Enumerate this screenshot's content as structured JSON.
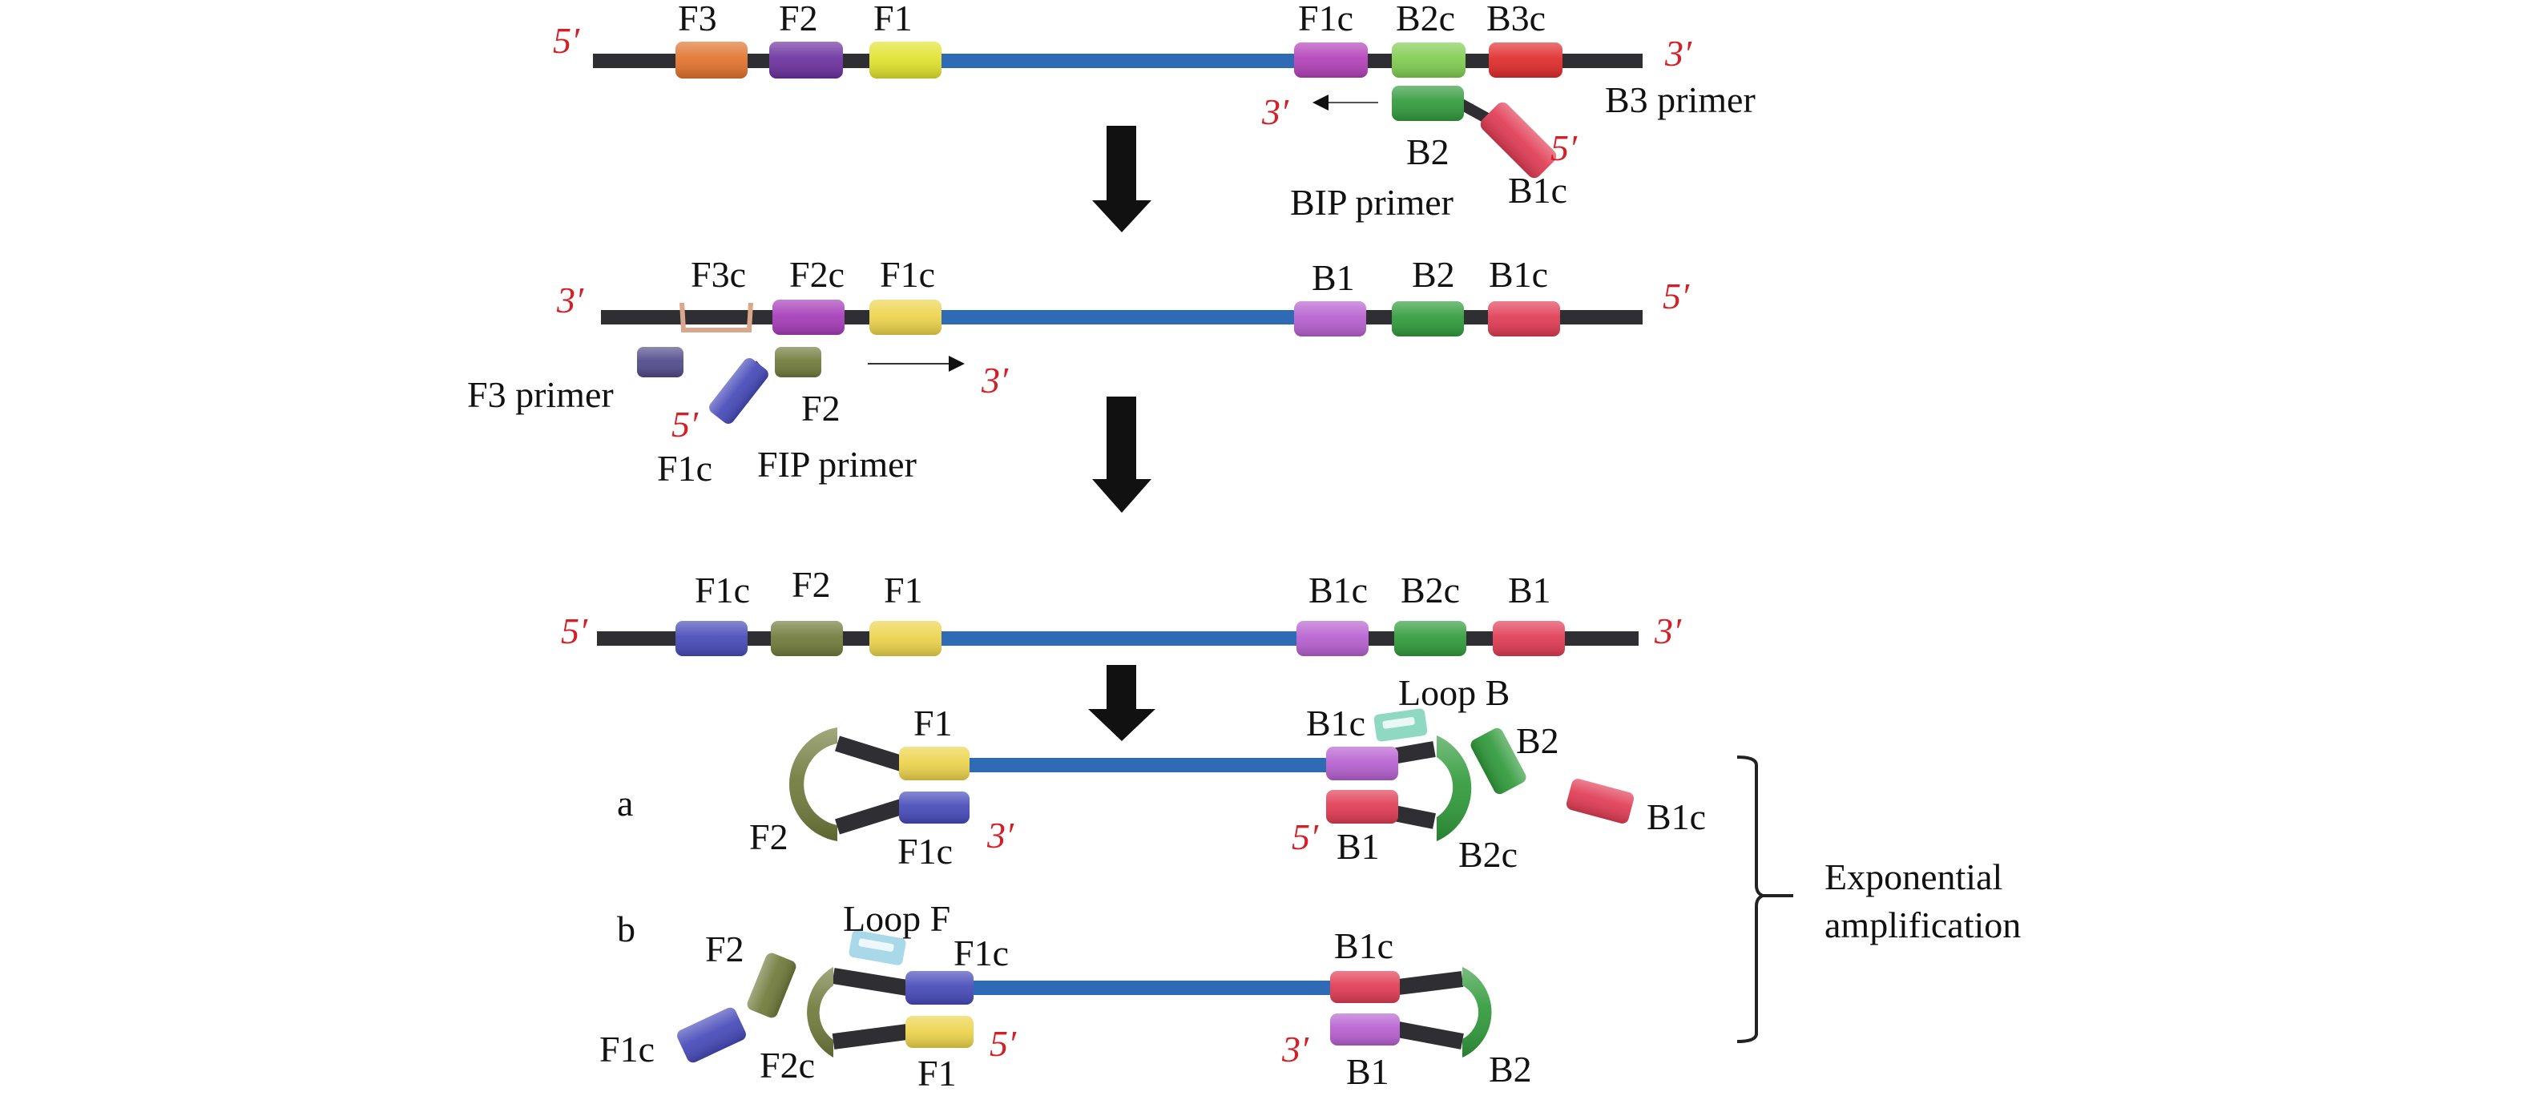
{
  "figure": {
    "title": "LAMP primer binding and loop-mediated exponential amplification",
    "colors": {
      "strand": "#2f2f33",
      "target_region": "#2f6bb5",
      "end_label": "#d41f26",
      "F3": "#e0722c",
      "F2_purple": "#6b2f9e",
      "F1_yellow": "#e0e22c",
      "F1c_magenta": "#b23fb8",
      "B2c_lightgreen": "#7fcc4f",
      "B3c_red": "#e02a2a",
      "B2_green": "#2f9a3a",
      "B1c_pink": "#e03a52",
      "F3c_outline": "#d9a88c",
      "F2c_magenta": "#a53bb8",
      "F1c_yellow": "#ecd34a",
      "B1_violet": "#b65fcf",
      "F3_primer": "#4f4a8a",
      "F1c_blue": "#4549b8",
      "F2_olive": "#6f7a3a",
      "loop_B": "#8fd9c2",
      "loop_F": "#a9d8e8",
      "arrow": "#111111"
    },
    "step1": {
      "end_left": "5′",
      "end_right": "3′",
      "blocks": [
        "F3",
        "F2",
        "F1",
        "F1c",
        "B2c",
        "B3c"
      ],
      "bip": {
        "part_b2": "B2",
        "part_b1c": "B1c",
        "end_3": "3′",
        "end_5": "5′",
        "name": "BIP primer"
      },
      "b3_primer": "B3 primer"
    },
    "step2": {
      "end_left": "3′",
      "end_right": "5′",
      "blocks": [
        "F3c",
        "F2c",
        "F1c",
        "B1",
        "B2",
        "B1c"
      ],
      "f3_primer": "F3 primer",
      "fip": {
        "part_f2": "F2",
        "part_f1c": "F1c",
        "end_5": "5′",
        "end_3": "3′",
        "name": "FIP primer"
      }
    },
    "step3": {
      "end_left": "5′",
      "end_right": "3′",
      "blocks": [
        "F1c",
        "F2",
        "F1",
        "B1c",
        "B2c",
        "B1"
      ]
    },
    "structure_a": {
      "tag": "a",
      "left": {
        "top": "F1",
        "bottom": "F1c",
        "loop": "F2",
        "end": "3′"
      },
      "right": {
        "top": "B1c",
        "bottom": "B1",
        "loop": "B2c",
        "end": "5′",
        "loop_primer": "Loop B",
        "bip_b2": "B2",
        "bip_b1c": "B1c"
      }
    },
    "structure_b": {
      "tag": "b",
      "left": {
        "top": "F1c",
        "bottom": "F1",
        "loop": "F2c",
        "end": "5′",
        "loop_primer": "Loop F",
        "fip_f2": "F2",
        "fip_f1c": "F1c"
      },
      "right": {
        "top": "B1c",
        "bottom": "B1",
        "loop": "B2",
        "end": "3′"
      }
    },
    "bracket_label_line1": "Exponential",
    "bracket_label_line2": "amplification"
  }
}
